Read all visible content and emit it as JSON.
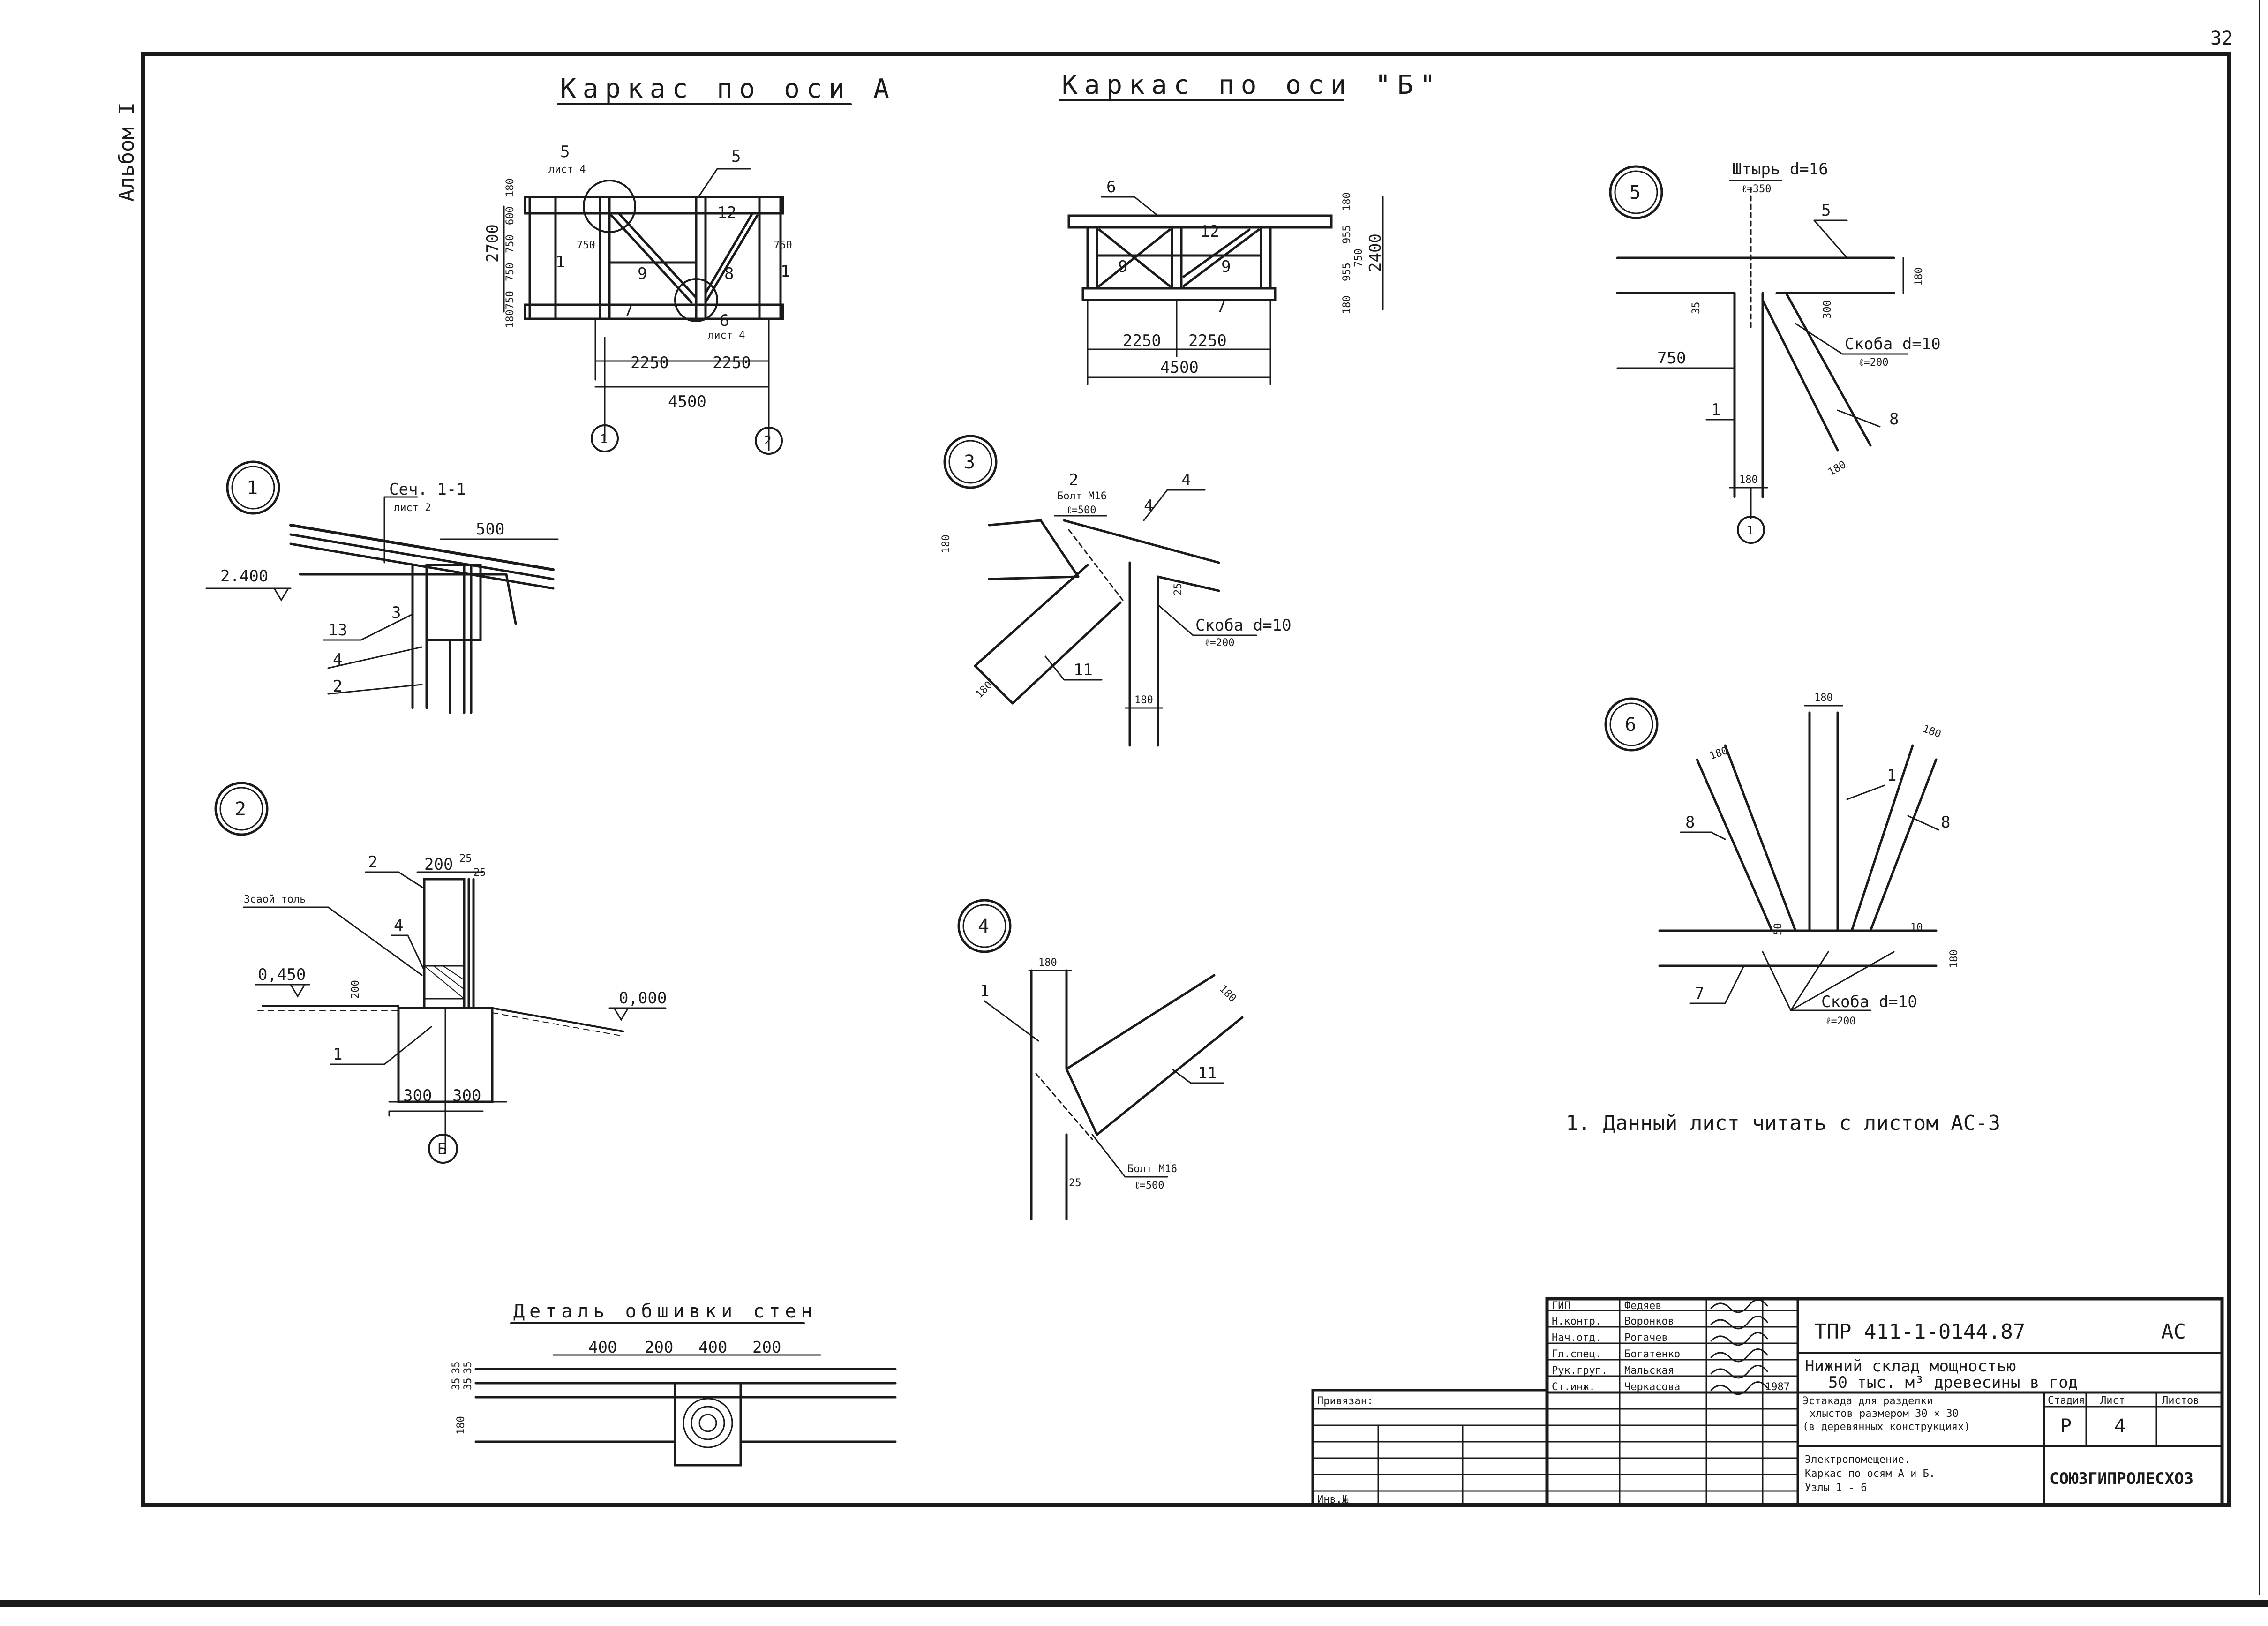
{
  "page_number": "32",
  "album_label": "Альбом I",
  "titles": {
    "frame_a": "Каркас по оси А",
    "frame_b": "Каркас по оси \"Б\"",
    "cladding": "Деталь обшивки стен"
  },
  "frame_a": {
    "dims": [
      "2250",
      "2250",
      "4500"
    ],
    "vertical_dims": [
      "2700",
      "180",
      "600",
      "750",
      "750",
      "750",
      "180"
    ],
    "side_dims": [
      "750",
      "750"
    ],
    "callouts": [
      "5",
      "лист 4",
      "5",
      "12",
      "1",
      "1",
      "9",
      "8",
      "7",
      "6",
      "лист 4"
    ],
    "axes": [
      "1",
      "2"
    ]
  },
  "frame_b": {
    "dims": [
      "2250",
      "2250",
      "4500"
    ],
    "vertical_dims": [
      "180",
      "955",
      "750",
      "955",
      "180",
      "2400"
    ],
    "callouts": [
      "6",
      "12",
      "9",
      "9",
      "7"
    ]
  },
  "node1": {
    "number": "1",
    "section_ref": "Сеч. 1-1",
    "sheet_ref": "лист 2",
    "dim": "500",
    "level": "2.400",
    "callouts": [
      "13",
      "3",
      "4",
      "2"
    ]
  },
  "node2": {
    "number": "2",
    "top_dims": [
      "200",
      "25",
      "25"
    ],
    "label_tar": "Зсаой толь",
    "level_1": "0,450",
    "level_2": "0,000",
    "dim_vert": "200",
    "bottom_dims": [
      "300",
      "300"
    ],
    "axis": "Б",
    "callouts": [
      "2",
      "4",
      "1"
    ]
  },
  "node3": {
    "number": "3",
    "bolt": "Болт М16",
    "bolt_len": "ℓ=500",
    "bracket": "Скоба d=10",
    "bracket_len": "ℓ=200",
    "dims": [
      "180",
      "180",
      "180",
      "25"
    ],
    "callouts": [
      "2",
      "4",
      "4",
      "11"
    ]
  },
  "node4": {
    "number": "4",
    "bolt": "Болт М16",
    "bolt_len": "ℓ=500",
    "dims": [
      "180",
      "180",
      "25"
    ],
    "callouts": [
      "1",
      "11"
    ]
  },
  "node5": {
    "number": "5",
    "pin": "Штырь d=16",
    "pin_len": "ℓ=350",
    "bracket": "Скоба d=10",
    "bracket_len": "ℓ=200",
    "dims": [
      "750",
      "180",
      "180",
      "180",
      "35",
      "300"
    ],
    "axis": "1",
    "callouts": [
      "5",
      "1",
      "8"
    ]
  },
  "node6": {
    "number": "6",
    "bracket": "Скоба d=10",
    "bracket_len": "ℓ=200",
    "dims": [
      "180",
      "180",
      "180",
      "50",
      "180",
      "10"
    ],
    "callouts": [
      "8",
      "1",
      "8",
      "7"
    ]
  },
  "cladding": {
    "dims": [
      "400",
      "200",
      "400",
      "200"
    ],
    "vert_dims": [
      "35",
      "35",
      "35",
      "35",
      "180"
    ]
  },
  "note": "1. Данный лист читать с листом АС-3",
  "title_block": {
    "roles": [
      "ГИП",
      "Н.контр.",
      "Нач.отд.",
      "Гл.спец.",
      "Рук.груп.",
      "Ст.инж."
    ],
    "names": [
      "Федяев",
      "Воронков",
      "Рогачев",
      "Богатенко",
      "Мальская",
      "Черкасова"
    ],
    "date": "1987",
    "tied": "Привязан:",
    "inv": "Инв.№",
    "code": "ТПР 411-1-0144.87",
    "mark": "АС",
    "project_line1": "Нижний склад мощностью",
    "project_line2": "50 тыс. м³ древесины в год",
    "object_line1": "Эстакада для разделки",
    "object_line2": "хлыстов размером 30 × 30",
    "object_line3": "(в деревянных конструкциях)",
    "stage_header": "Стадия",
    "sheet_header": "Лист",
    "sheets_header": "Листов",
    "stage": "Р",
    "sheet": "4",
    "sheet_title1": "Электропомещение.",
    "sheet_title2": "Каркас по осям А и Б.",
    "sheet_title3": "Узлы 1 - 6",
    "org": "СОЮЗГИПРОЛЕСХОЗ"
  }
}
